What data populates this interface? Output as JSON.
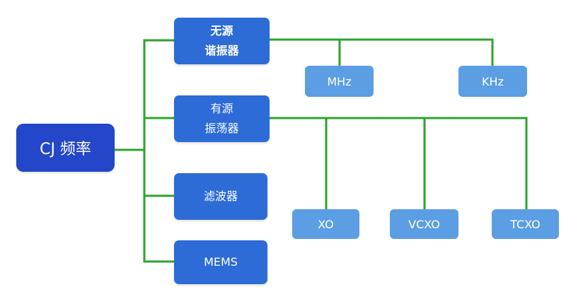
{
  "root": {
    "label": "CJ 频率"
  },
  "categories": [
    {
      "line1": "无源",
      "line2": "谐振器"
    },
    {
      "line1": "有源",
      "line2": "振荡器"
    },
    {
      "label": "滤波器"
    },
    {
      "label": "MEMS"
    }
  ],
  "leaves": {
    "passive": [
      "MHz",
      "KHz"
    ],
    "active": [
      "XO",
      "VCXO",
      "TCXO"
    ]
  },
  "colors": {
    "connector": "#2ea32e",
    "root": "#2347c8",
    "category": "#2d6bd6",
    "leaf": "#5b9ee3"
  }
}
